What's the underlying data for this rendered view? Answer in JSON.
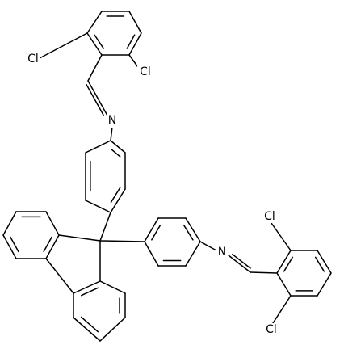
{
  "molecule": {
    "atom_labels": {
      "cl_top_left": "Cl",
      "cl_top_right": "Cl",
      "n_top": "N",
      "n_right": "N",
      "cl_right_top": "Cl",
      "cl_right_bottom": "Cl"
    },
    "colors": {
      "bond": "#000000",
      "label": "#000000",
      "background": "#ffffff"
    }
  }
}
